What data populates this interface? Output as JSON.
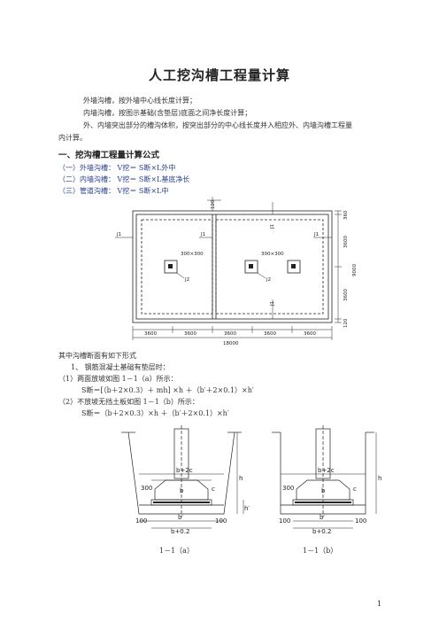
{
  "title": "人工挖沟槽工程量计算",
  "intro": [
    "外墙沟槽，按外墙中心线长度计算；",
    "内墙沟槽，按图示基础(含垫层)底面之间净长度计算；",
    "外、内墙突出部分的槽沟体积，按突出部分的中心线长度并入相应外、内墙沟槽工程量",
    "内计算。"
  ],
  "section1_heading": "一、挖沟槽工程量计算公式",
  "formulas": [
    "（一）外墙沟槽：  V挖＝ S断×L外中",
    "（二）内墙沟槽：  V挖＝ S断×L基底净长",
    "（三）管道沟槽：  V挖＝ S断×L中"
  ],
  "plan": {
    "labels": [
      "J1",
      "J1",
      "J1",
      "J1",
      "J1",
      "J2",
      "J2",
      "300×300",
      "300×300"
    ],
    "dim_right": [
      "360",
      "3600",
      "9000",
      "3600",
      "120"
    ],
    "dim_bottom": [
      "3600",
      "3600",
      "3600",
      "3600",
      "3600"
    ],
    "dim_total": "18000",
    "dim_top_small": "120"
  },
  "body": [
    "其中沟槽断面有如下形式",
    "1、  钢筋混凝土基础有垫层时：",
    "（1）两面放坡如图 1－1（a）所示：",
    "S断＝[（b＋2×0.3）＋ mh] ×h ＋（b′＋2×0.1）×h′",
    "（2）不放坡无挡土板如图 1－1（b）所示：",
    "S断＝（b＋2×0.3）×h ＋（b′＋2×0.1）×h′"
  ],
  "section_a": {
    "labels": [
      "b+2c",
      "300",
      "b",
      "c",
      "h",
      "h′",
      "100",
      "b′",
      "100",
      "b+0.2"
    ],
    "caption": "1－1（a）"
  },
  "section_b": {
    "labels": [
      "b+2c",
      "300",
      "b",
      "c",
      "h",
      "100",
      "b′",
      "100",
      "b+0.2"
    ],
    "caption": "1－1（b）"
  },
  "page_number": "1"
}
